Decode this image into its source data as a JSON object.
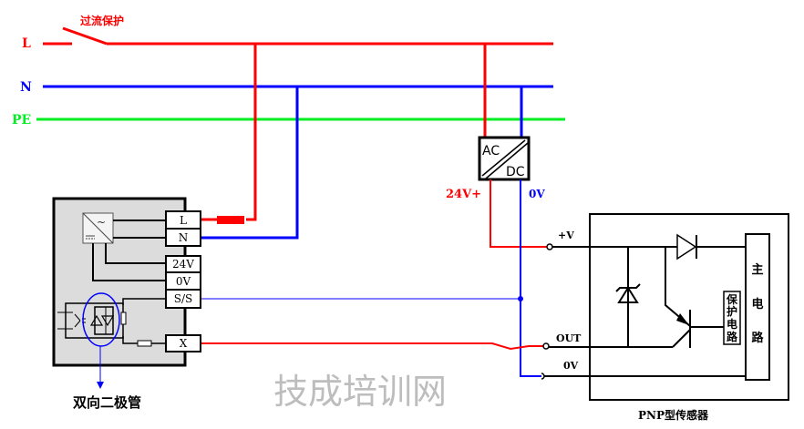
{
  "colors": {
    "line_L": "#ff0000",
    "line_N": "#0000ff",
    "line_PE": "#00ee22",
    "wire_black": "#000000",
    "plc_fill": "#dcdcdc",
    "watermark": "#bdbdbd",
    "ellipse": "#0000ff"
  },
  "bus": {
    "L_label": "L",
    "N_label": "N",
    "PE_label": "PE",
    "breaker_label": "过流保护"
  },
  "power_supply": {
    "ac_label": "AC",
    "dc_label": "DC",
    "plus_label": "24V+",
    "zero_label": "0V"
  },
  "plc_module": {
    "terminals": [
      "L",
      "N",
      "24V",
      "0V",
      "S/S",
      "X"
    ],
    "diode_callout": "双向二极管"
  },
  "sensor": {
    "title": "PNP型传感器",
    "pin_plus": "+V",
    "pin_out": "OUT",
    "pin_zero": "0V",
    "protection_label": [
      "保",
      "护",
      "电",
      "路"
    ],
    "main_circuit_label": [
      "主",
      "电",
      "路"
    ]
  },
  "watermark": "技成培训网"
}
